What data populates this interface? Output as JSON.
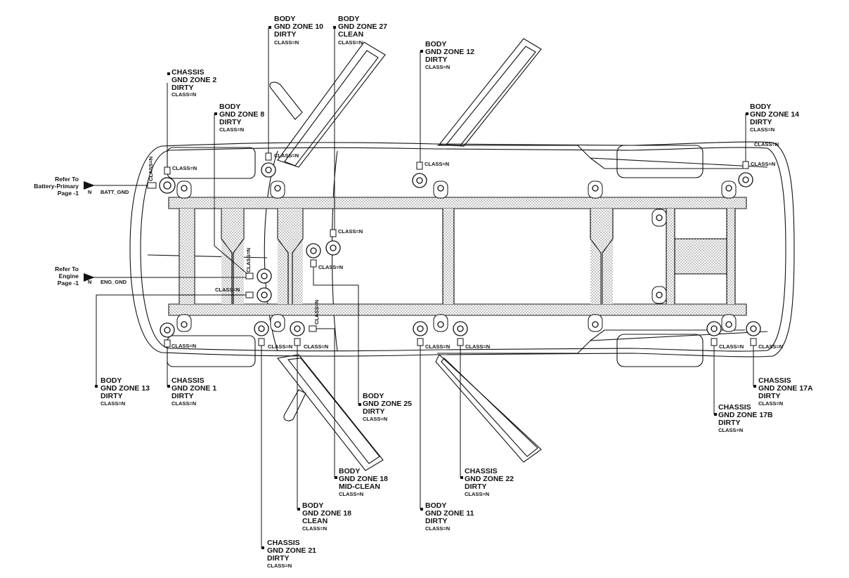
{
  "colors": {
    "line": "#111111",
    "background": "#ffffff"
  },
  "references": [
    {
      "line1": "Refer To",
      "line2": "Battery-Primary",
      "line3": "Page -1",
      "pin": "N",
      "wire": "BATT_GND"
    },
    {
      "line1": "Refer To",
      "line2": "Engine",
      "line3": "Page -1",
      "pin": "N",
      "wire": "ENG_GND"
    }
  ],
  "class_label": "CLASS=N",
  "grounds": [
    {
      "id": "chassis-2",
      "type": "CHASSIS",
      "zone": "GND ZONE 2",
      "status": "DIRTY",
      "cls": "CLASS=N"
    },
    {
      "id": "body-10",
      "type": "BODY",
      "zone": "GND ZONE 10",
      "status": "DIRTY",
      "cls": "CLASS=N"
    },
    {
      "id": "body-27",
      "type": "BODY",
      "zone": "GND ZONE 27",
      "status": "CLEAN",
      "cls": "CLASS=N"
    },
    {
      "id": "body-8",
      "type": "BODY",
      "zone": "GND ZONE 8",
      "status": "DIRTY",
      "cls": "CLASS=N"
    },
    {
      "id": "body-12",
      "type": "BODY",
      "zone": "GND ZONE 12",
      "status": "DIRTY",
      "cls": "CLASS=N"
    },
    {
      "id": "body-14",
      "type": "BODY",
      "zone": "GND ZONE 14",
      "status": "DIRTY",
      "cls": "CLASS=N"
    },
    {
      "id": "body-13",
      "type": "BODY",
      "zone": "GND ZONE 13",
      "status": "DIRTY",
      "cls": "CLASS=N"
    },
    {
      "id": "chassis-1",
      "type": "CHASSIS",
      "zone": "GND ZONE 1",
      "status": "DIRTY",
      "cls": "CLASS=N"
    },
    {
      "id": "body-25",
      "type": "BODY",
      "zone": "GND ZONE 25",
      "status": "DIRTY",
      "cls": "CLASS=N"
    },
    {
      "id": "body-18-mid",
      "type": "BODY",
      "zone": "GND ZONE 18",
      "status": "MID-CLEAN",
      "cls": "CLASS=N"
    },
    {
      "id": "body-18",
      "type": "BODY",
      "zone": "GND ZONE 18",
      "status": "CLEAN",
      "cls": "CLASS=N"
    },
    {
      "id": "chassis-21",
      "type": "CHASSIS",
      "zone": "GND ZONE 21",
      "status": "DIRTY",
      "cls": "CLASS=N"
    },
    {
      "id": "body-11",
      "type": "BODY",
      "zone": "GND ZONE 11",
      "status": "DIRTY",
      "cls": "CLASS=N"
    },
    {
      "id": "chassis-22",
      "type": "CHASSIS",
      "zone": "GND ZONE 22",
      "status": "DIRTY",
      "cls": "CLASS=N"
    },
    {
      "id": "chassis-17b",
      "type": "CHASSIS",
      "zone": "GND ZONE 17B",
      "status": "DIRTY",
      "cls": "CLASS=N"
    },
    {
      "id": "chassis-17a",
      "type": "CHASSIS",
      "zone": "GND ZONE 17A",
      "status": "DIRTY",
      "cls": "CLASS=N"
    }
  ]
}
